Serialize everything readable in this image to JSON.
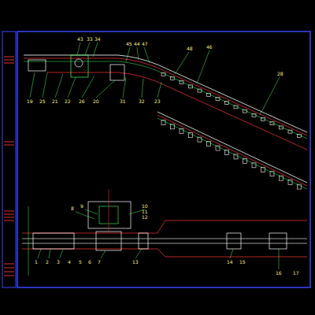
{
  "diagram": {
    "labels": [
      "43",
      "33",
      "34",
      "45",
      "44",
      "47",
      "48",
      "46",
      "28",
      "19",
      "25",
      "21",
      "22",
      "26",
      "20",
      "31",
      "32",
      "23",
      "8",
      "9",
      "10",
      "11",
      "12",
      "1",
      "2",
      "3",
      "4",
      "5",
      "6",
      "7",
      "13",
      "14",
      "15",
      "16",
      "17"
    ]
  }
}
